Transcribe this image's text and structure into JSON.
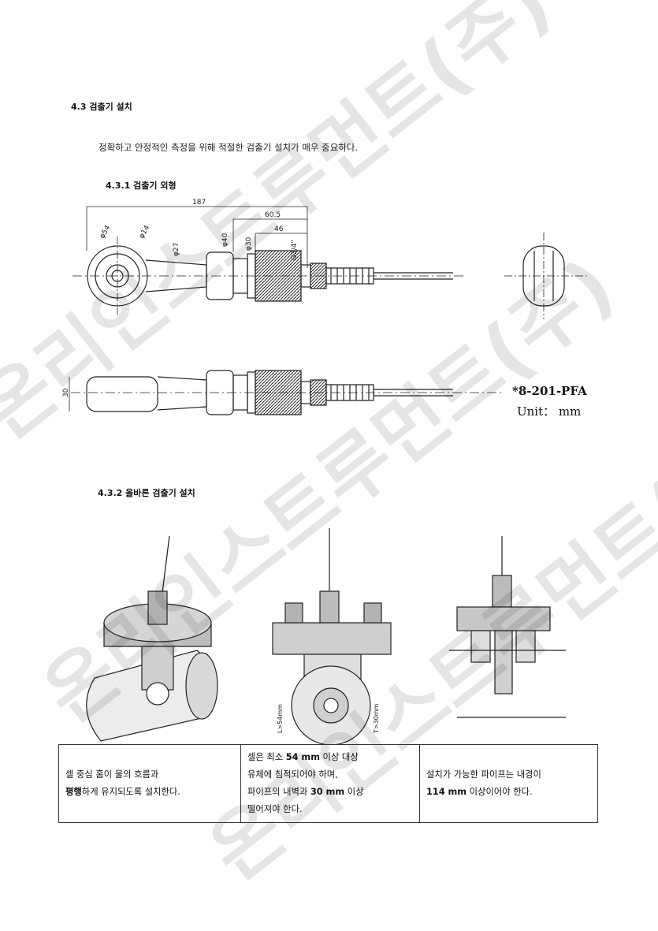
{
  "section": {
    "number": "4.3",
    "title": "검출기 설치"
  },
  "intro": "정확하고 안정적인 측정을 위해 적절한 검출기 설치가 매우 중요하다.",
  "subsection1": {
    "number": "4.3.1",
    "title": "검출기 외형"
  },
  "dimensions": {
    "total_length": "187",
    "length_b": "60.5",
    "length_c": "46",
    "dia_54": "φ54",
    "dia_14": "φ14",
    "dia_27": "φ27",
    "dia_40": "φ40",
    "dia_30": "φ30",
    "thread": "G3/4\"",
    "width_30": "30"
  },
  "model_code": "*8-201-PFA",
  "unit_note": "Unit： mm",
  "subsection2": {
    "number": "4.3.2",
    "title": "올바른 검출기 설치"
  },
  "install_labels": {
    "l54": "L>54mm",
    "t30": "T>30mm"
  },
  "table": {
    "col1": {
      "line1": "셀 중심 홈이 물의 흐름과",
      "line2_bold": "평행",
      "line2_rest": "하게 유지되도록 설치한다."
    },
    "col2": {
      "l1_a": "셀은 최소 ",
      "l1_b": "54 mm",
      "l1_c": " 이상 대상",
      "l2": "유체에 침적되어야 하며,",
      "l3_a": "파이프의 내벽과 ",
      "l3_b": "30 mm",
      "l3_c": " 이상",
      "l4": "떨어져야 한다."
    },
    "col3": {
      "l1": "설치가 가능한 파이프는 내경이",
      "l2_b": "114 mm",
      "l2_rest": " 이상이어야 한다."
    }
  },
  "watermark": "온리인스트루먼트(주)"
}
